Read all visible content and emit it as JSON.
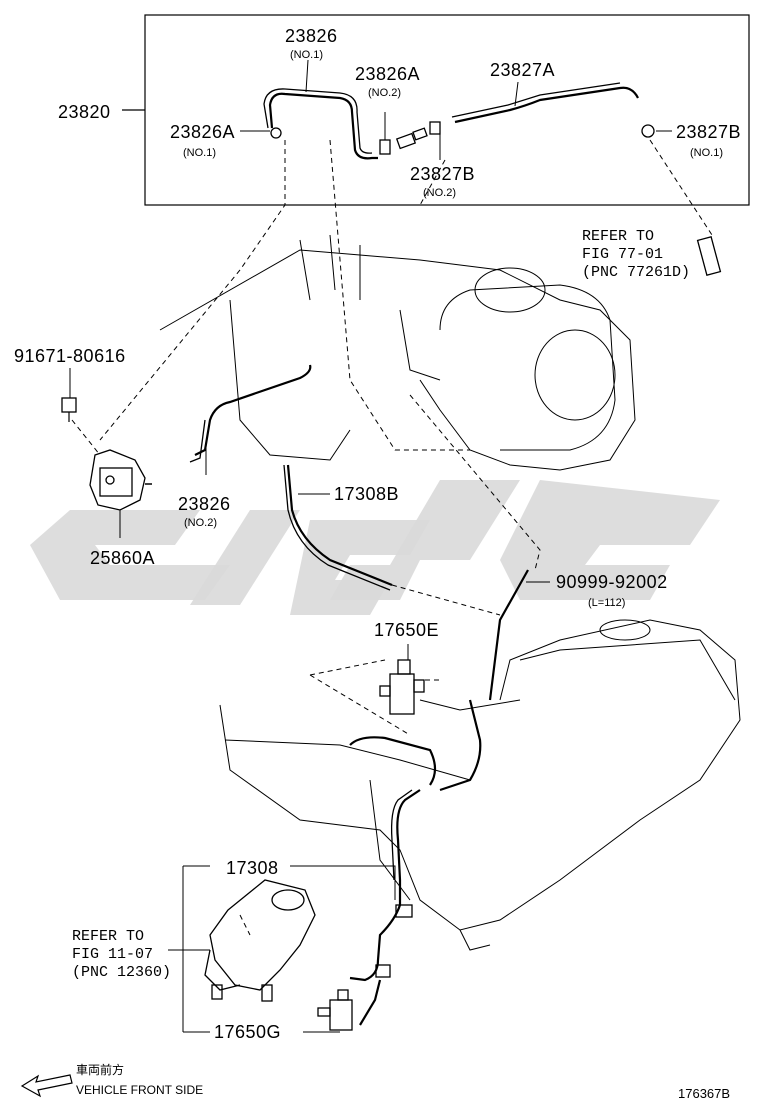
{
  "diagram": {
    "labels": {
      "p23820": "23820",
      "p23826_top": "23826",
      "p23826_top_sub": "(NO.1)",
      "p23826A_no2": "23826A",
      "p23826A_no2_sub": "(NO.2)",
      "p23827A": "23827A",
      "p23826A_no1": "23826A",
      "p23826A_no1_sub": "(NO.1)",
      "p23827B_no2": "23827B",
      "p23827B_no2_sub": "(NO.2)",
      "p23827B_no1": "23827B",
      "p23827B_no1_sub": "(NO.1)",
      "refer_top_1": "REFER TO",
      "refer_top_2": "FIG 77-01",
      "refer_top_3": "(PNC 77261D)",
      "p91671": "91671-80616",
      "p23826_no2": "23826",
      "p23826_no2_sub": "(NO.2)",
      "p17308B": "17308B",
      "p25860A": "25860A",
      "p90999": "90999-92002",
      "p90999_sub": "(L=112)",
      "p17650E": "17650E",
      "p17308": "17308",
      "refer_bot_1": "REFER TO",
      "refer_bot_2": "FIG 11-07",
      "refer_bot_3": "(PNC 12360)",
      "p17650G": "17650G",
      "front_jp": "車両前方",
      "front_en": "VEHICLE FRONT SIDE",
      "figure_id": "176367B"
    }
  }
}
